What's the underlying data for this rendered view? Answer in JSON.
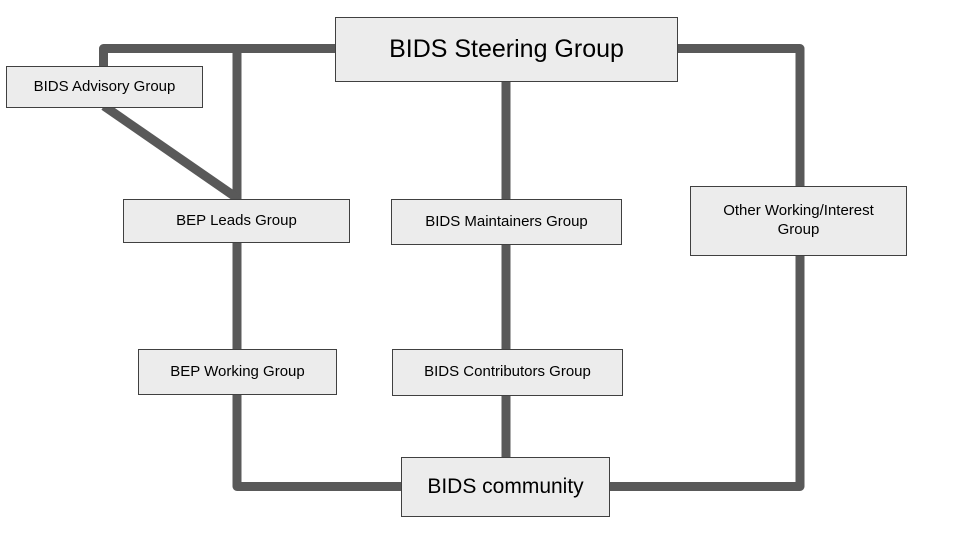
{
  "colors": {
    "background": "#ffffff",
    "node_fill": "#ececec",
    "node_border": "#404040",
    "connector": "#595959",
    "text": "#000000"
  },
  "nodes": {
    "steering": {
      "label": "BIDS Steering Group"
    },
    "advisory": {
      "label": "BIDS Advisory Group"
    },
    "bep_leads": {
      "label": "BEP Leads Group"
    },
    "maintainers": {
      "label": "BIDS Maintainers Group"
    },
    "other_working": {
      "label": "Other Working/Interest Group"
    },
    "bep_working": {
      "label": "BEP Working Group"
    },
    "contributors": {
      "label": "BIDS Contributors Group"
    },
    "community": {
      "label": "BIDS community"
    }
  }
}
